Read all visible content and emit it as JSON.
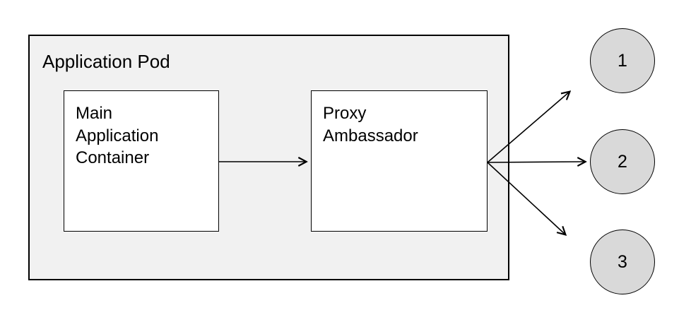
{
  "diagram": {
    "pod_label": "Application Pod",
    "nodes": {
      "main_container_label": "Main\nApplication\nContainer",
      "proxy_label": "Proxy\nAmbassador"
    },
    "endpoints": [
      {
        "label": "1"
      },
      {
        "label": "2"
      },
      {
        "label": "3"
      }
    ],
    "colors": {
      "pod_bg": "#f1f1f1",
      "circle_bg": "#d9d9d9",
      "line": "#000000"
    }
  }
}
